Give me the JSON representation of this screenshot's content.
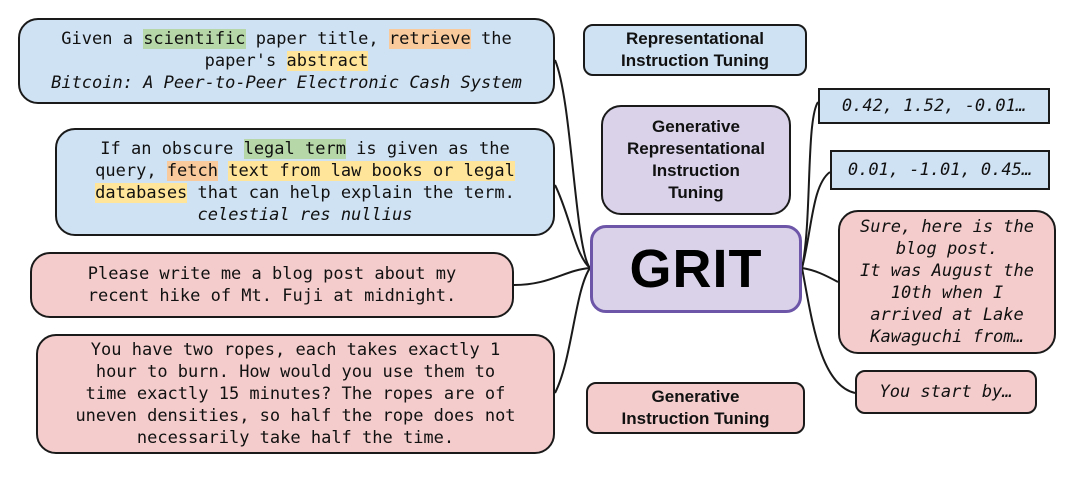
{
  "center": {
    "label": "GRIT"
  },
  "labels": {
    "representational": [
      "Representational",
      "Instruction Tuning"
    ],
    "generative_representational": [
      "Generative",
      "Representational",
      "Instruction",
      "Tuning"
    ],
    "generative": [
      "Generative",
      "Instruction Tuning"
    ]
  },
  "inputs": {
    "scientific": {
      "line1": {
        "t1": "Given a ",
        "h1": "scientific",
        "t2": " paper title, ",
        "h2": "retrieve",
        "t3": " the"
      },
      "line2": {
        "t1": "paper's ",
        "h1": "abstract"
      },
      "query": "Bitcoin: A Peer-to-Peer Electronic Cash System"
    },
    "legal": {
      "line1": {
        "t1": "If an obscure ",
        "h1": "legal term",
        "t2": " is given as the"
      },
      "line2": {
        "t1": "query, ",
        "h1": "fetch",
        "t2": " ",
        "h2": "text from law books or legal"
      },
      "line3": {
        "h1": "databases",
        "t1": " that can help explain the term."
      },
      "query": "celestial res nullius"
    },
    "blog": [
      "Please write me a blog post about my",
      "recent hike of Mt. Fuji at midnight."
    ],
    "ropes": [
      "You have two ropes, each takes exactly 1",
      "hour to burn. How would you use them to",
      "time exactly 15 minutes? The ropes are of",
      "uneven densities, so half the rope does not",
      "necessarily take half the time."
    ]
  },
  "outputs": {
    "embedding1": "0.42, 1.52, -0.01…",
    "embedding2": "0.01, -1.01, 0.45…",
    "blog_response": [
      "Sure, here is the",
      "blog post.",
      "It was August the",
      "10th when I",
      "arrived at Lake",
      "Kawaguchi from…"
    ],
    "ropes_response": "You start by…"
  },
  "colors": {
    "representational": "#cfe2f3",
    "generative": "#f4cccc",
    "grit": "#d9d2e9",
    "grit_border": "#6d56a8",
    "highlight_green": "#b6d7a8",
    "highlight_orange": "#f9cb9c",
    "highlight_yellow": "#ffe599"
  }
}
